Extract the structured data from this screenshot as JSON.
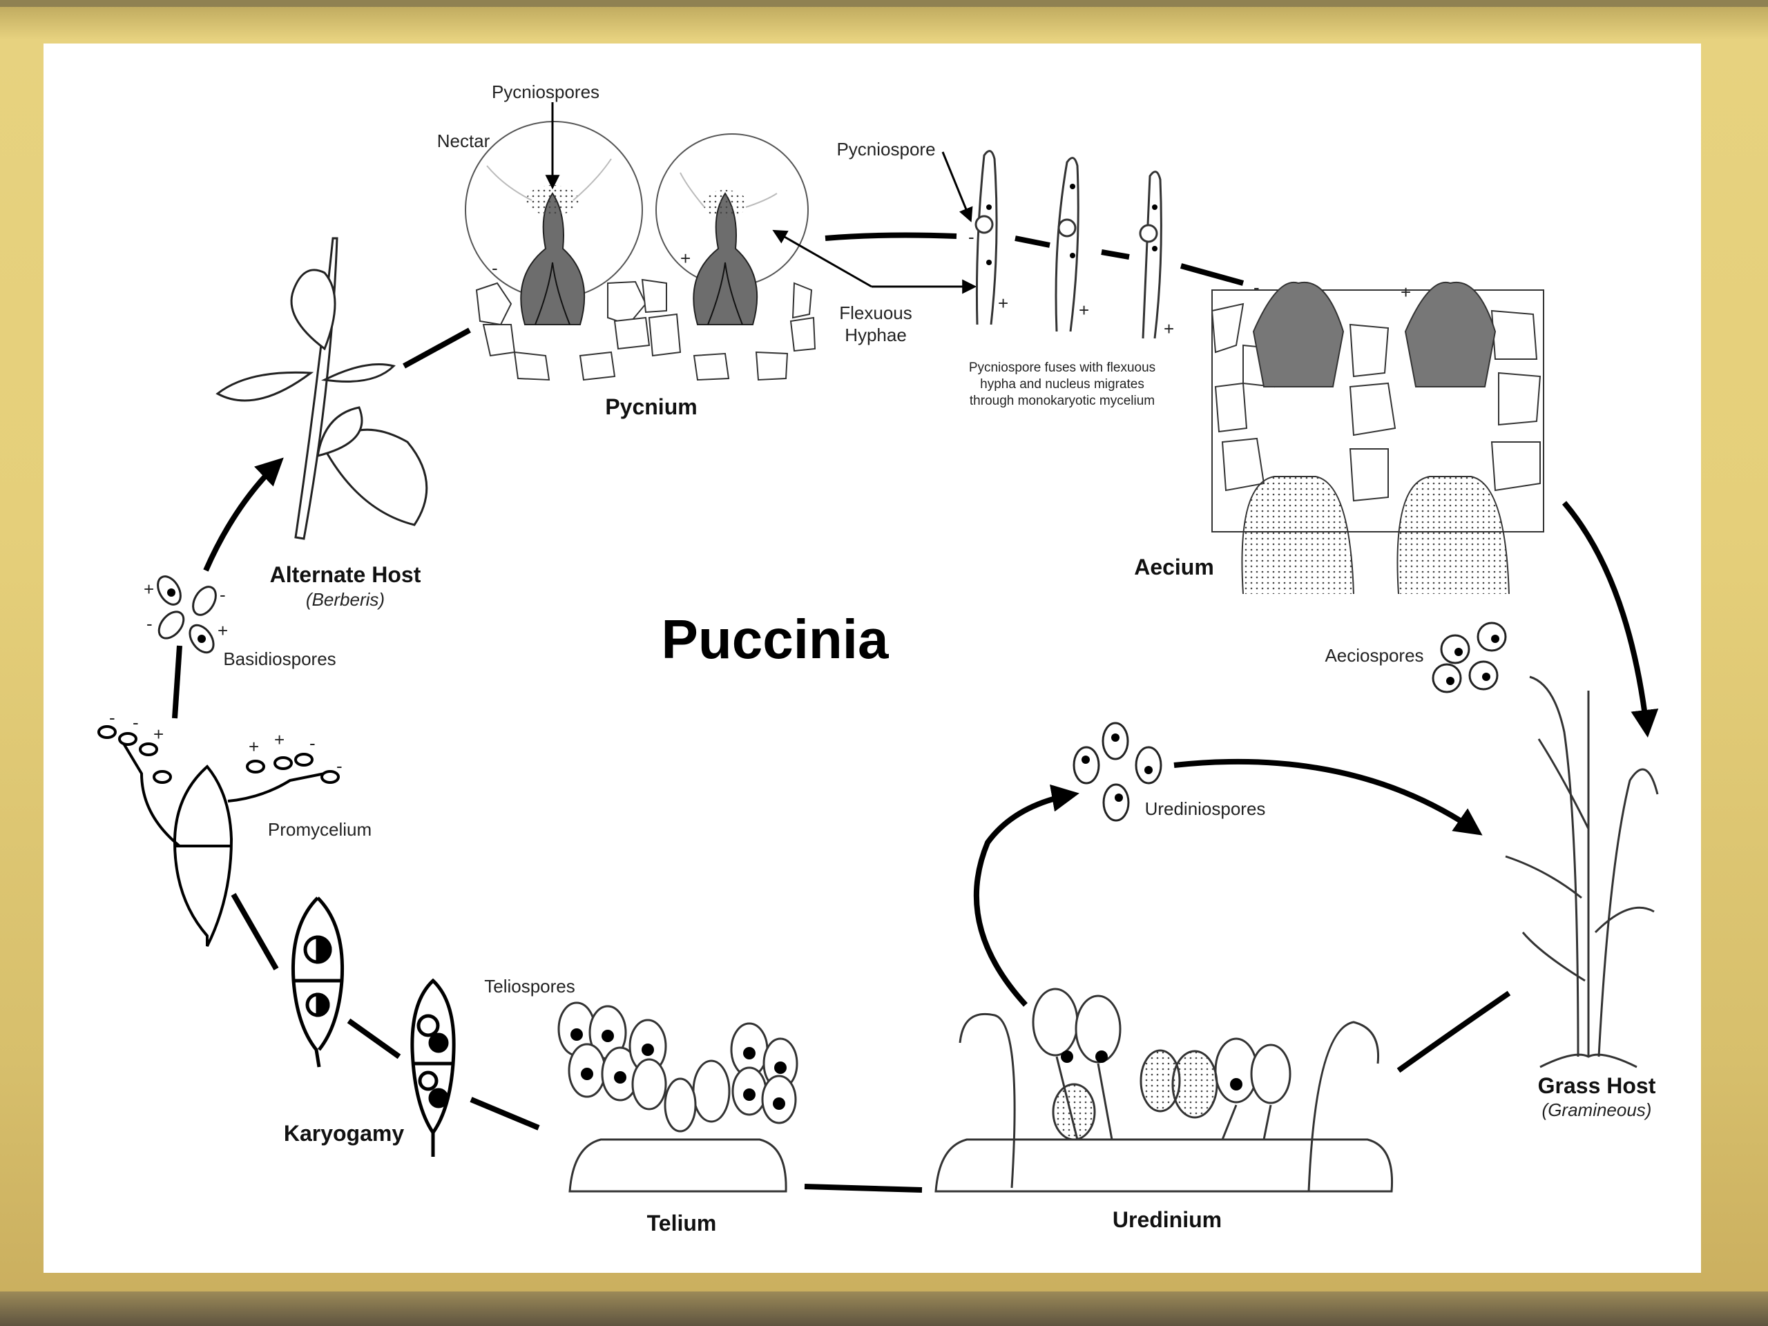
{
  "diagram": {
    "title": "Puccinia",
    "labels": {
      "pycniospores": "Pycniospores",
      "nectar": "Nectar",
      "pycniospore": "Pycniospore",
      "flexuous_hyphae_1": "Flexuous",
      "flexuous_hyphae_2": "Hyphae",
      "fusion_note_1": "Pycniospore fuses with flexuous",
      "fusion_note_2": "hypha and nucleus migrates",
      "fusion_note_3": "through monokaryotic mycelium",
      "pycnium": "Pycnium",
      "aecium": "Aecium",
      "aeciospores": "Aeciospores",
      "grass_host": "Grass Host",
      "grass_host_sub": "(Gramineous)",
      "urediniospores": "Urediniospores",
      "uredinium": "Uredinium",
      "telium": "Telium",
      "teliospores": "Teliospores",
      "karyogamy": "Karyogamy",
      "promycelium": "Promycelium",
      "basidiospores": "Basidiospores",
      "alternate_host": "Alternate Host",
      "alternate_host_sub": "(Berberis)"
    },
    "mating_marks": {
      "minus": "-",
      "plus": "+"
    }
  }
}
